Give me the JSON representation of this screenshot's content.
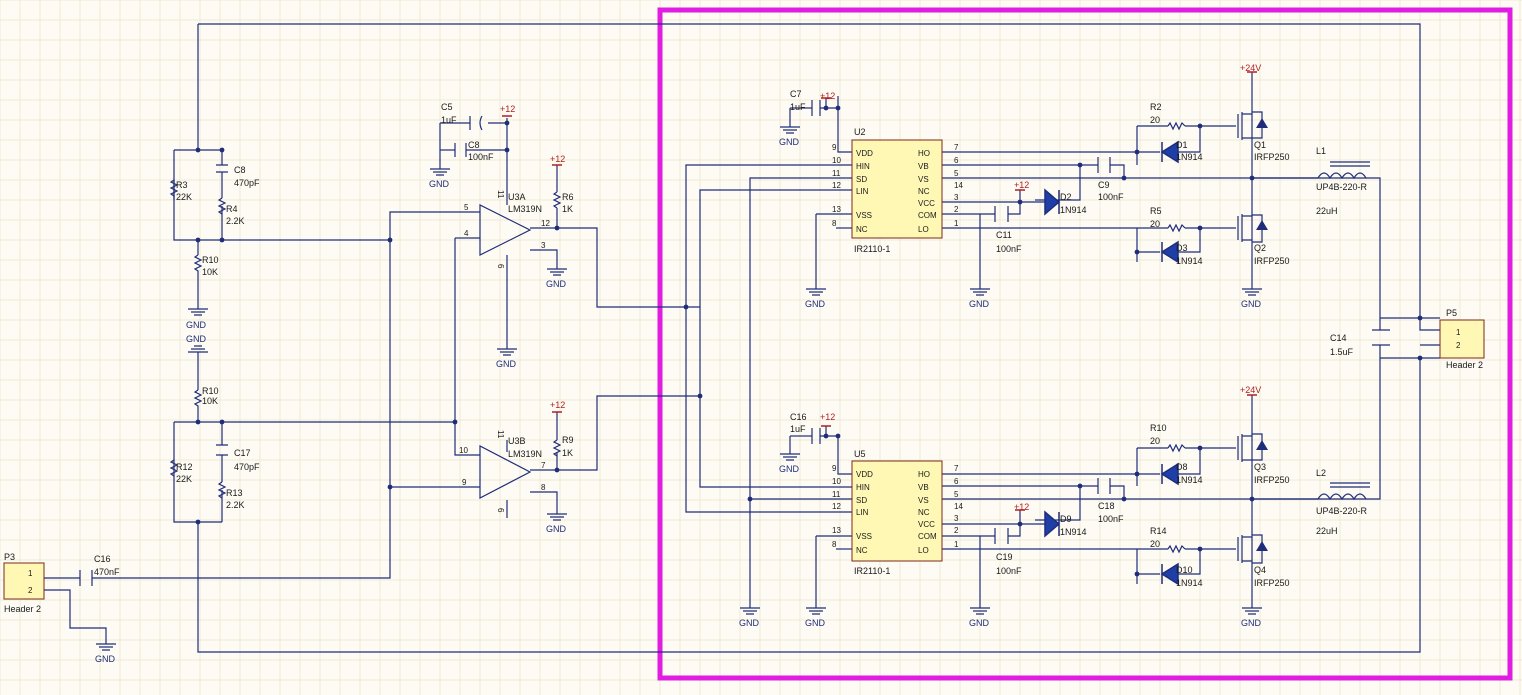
{
  "colors": {
    "wire": "#1f2d7a",
    "highlight": "#e21de2",
    "ic_fill": "#fff8b5",
    "power_label": "#b02020",
    "background": "#fdfbf3"
  },
  "labels": {
    "C5": "C5",
    "C5v": "1uF",
    "C8a": "C8",
    "C8av": "100nF",
    "p12_u3": "+12",
    "C8b": "C8",
    "C8bv": "470pF",
    "R3": "R3",
    "R3v": "22K",
    "R4": "R4",
    "R4v": "2.2K",
    "R10a": "R10",
    "R10av": "10K",
    "R10b": "R10",
    "R10bv": "10K",
    "C17": "C17",
    "C17v": "470pF",
    "R12": "R12",
    "R12v": "22K",
    "R13": "R13",
    "R13v": "2.2K",
    "U3A": "U3A",
    "U3Av": "LM319N",
    "U3B": "U3B",
    "U3Bv": "LM319N",
    "R6": "R6",
    "R6v": "1K",
    "R9": "R9",
    "R9v": "1K",
    "p12_r6": "+12",
    "p12_r9": "+12",
    "P3": "P3",
    "P3v": "Header 2",
    "C16a": "C16",
    "C16av": "470nF",
    "gnd": "GND",
    "C7": "C7",
    "C7v": "1uF",
    "p12_c7": "+12",
    "U2": "U2",
    "U2v": "IR2110-1",
    "U5": "U5",
    "U5v": "IR2110-1",
    "C16b": "C16",
    "C16bv": "1uF",
    "p12_c16": "+12",
    "C9": "C9",
    "C9v": "100nF",
    "C11": "C11",
    "C11v": "100nF",
    "C18": "C18",
    "C18v": "100nF",
    "C19": "C19",
    "C19v": "100nF",
    "p12_d2": "+12",
    "p12_d9": "+12",
    "D2": "D2",
    "D2v": "1N914",
    "D9": "D9",
    "D9v": "1N914",
    "R2": "R2",
    "R2v": "20",
    "R5": "R5",
    "R5v": "20",
    "R10c": "R10",
    "R10cv": "20",
    "R14": "R14",
    "R14v": "20",
    "D1": "D1",
    "D1v": "1N914",
    "D3": "D3",
    "D3v": "1N914",
    "D8": "D8",
    "D8v": "1N914",
    "D10": "D10",
    "D10v": "1N914",
    "Q1": "Q1",
    "Q1v": "IRFP250",
    "Q2": "Q2",
    "Q2v": "IRFP250",
    "Q3": "Q3",
    "Q3v": "IRFP250",
    "Q4": "Q4",
    "Q4v": "IRFP250",
    "p24_top": "+24V",
    "p24_bot": "+24V",
    "L1": "L1",
    "L1v": "UP4B-220-R",
    "L1i": "22uH",
    "L2": "L2",
    "L2v": "UP4B-220-R",
    "L2i": "22uH",
    "C14": "C14",
    "C14v": "1.5uF",
    "P5": "P5",
    "P5v": "Header 2"
  },
  "ir2110_left_pins": [
    "VDD",
    "HIN",
    "SD",
    "LIN",
    "VSS",
    "NC"
  ],
  "ir2110_left_nums": [
    "9",
    "10",
    "11",
    "12",
    "13",
    "8"
  ],
  "ir2110_right_pins": [
    "HO",
    "VB",
    "VS",
    "NC",
    "VCC",
    "COM",
    "LO"
  ],
  "ir2110_right_nums": [
    "7",
    "6",
    "5",
    "14",
    "3",
    "2",
    "1"
  ],
  "comparator_pins": {
    "u3a": {
      "plus": "5",
      "minus": "4",
      "out": "12",
      "gnd": "3",
      "vcc": "11",
      "vee": "6"
    },
    "u3b": {
      "minus": "10",
      "plus": "9",
      "out": "7",
      "gnd": "8",
      "vcc": "11",
      "vee": "6"
    }
  },
  "header_pins": [
    "1",
    "2"
  ]
}
